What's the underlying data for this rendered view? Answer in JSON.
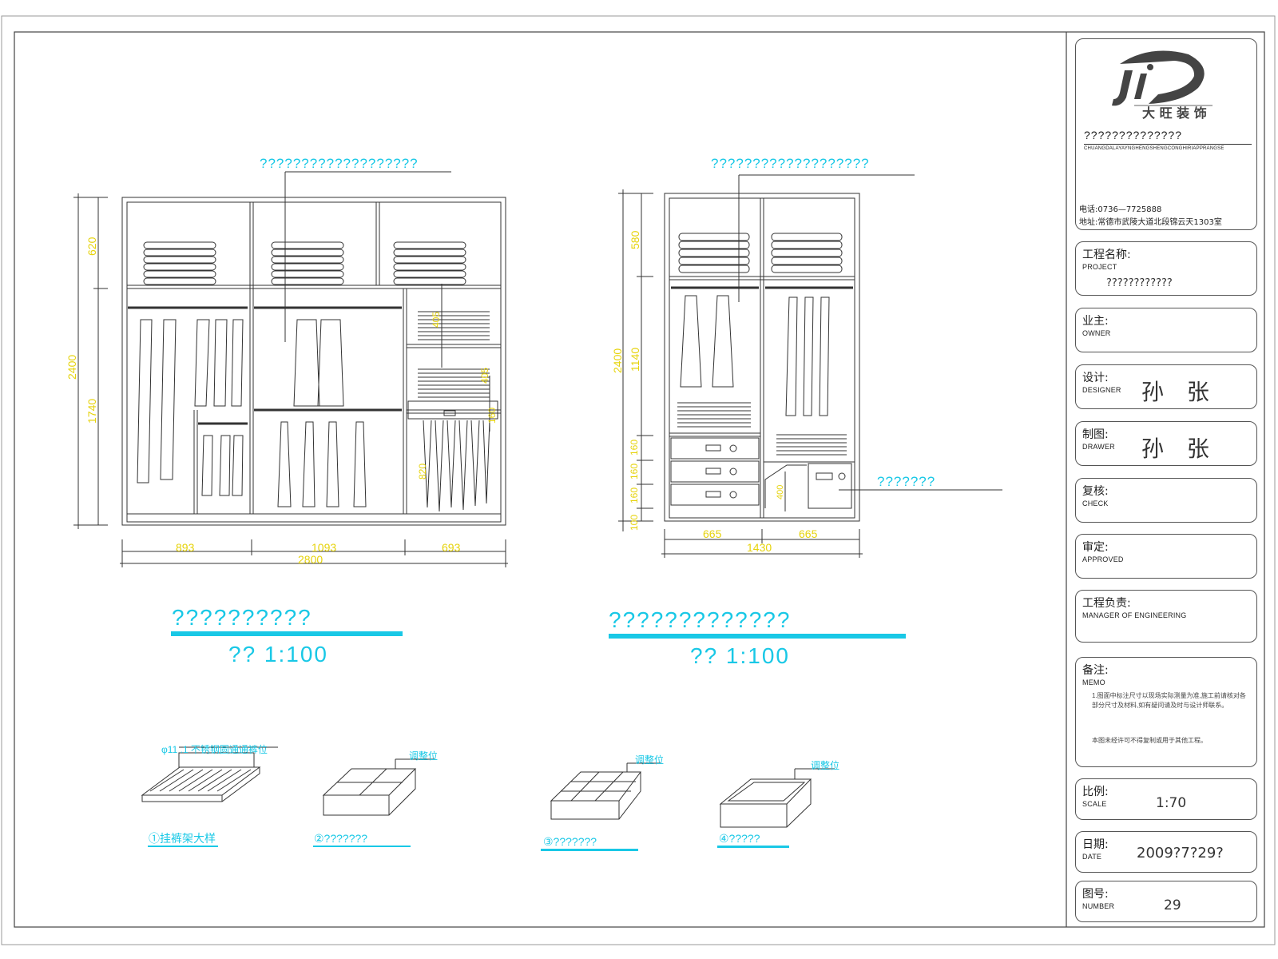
{
  "left_view": {
    "callout": "???????????????????",
    "title": "??????????",
    "scale": "?? 1:100",
    "dims_bottom": [
      "893",
      "1093",
      "693"
    ],
    "dim_total": "2800",
    "dims_left": [
      "620",
      "1740"
    ],
    "dim_height": "2400",
    "dims_inner": [
      "405",
      "405",
      "160",
      "820"
    ]
  },
  "right_view": {
    "callout": "???????????????????",
    "side_callout": "???????",
    "title": "?????????????",
    "scale": "?? 1:100",
    "dims_bottom": [
      "665",
      "665"
    ],
    "dim_total": "1430",
    "dims_left": [
      "580",
      "1140",
      "160",
      "160",
      "160",
      "100"
    ],
    "dim_height": "2400",
    "dims_inner": [
      "400"
    ]
  },
  "details": [
    {
      "callout": "φ11 .1 不锈钢圆通通裤位",
      "label": "①挂裤架大样"
    },
    {
      "callout": "调整位",
      "label": "②???????"
    },
    {
      "callout": "调整位",
      "label": "③???????"
    },
    {
      "callout": "调整位",
      "label": "④?????"
    }
  ],
  "title_block": {
    "company": "??????????????",
    "company_en": "CHUANGDALAYAYNGHENGSHENGCONGHIRIAPPRANGSE",
    "phone": "电话:0736—7725888",
    "address": "地址:常德市武陵大道北段锦云天1303室",
    "project": {
      "label": "工程名称:",
      "sub": "PROJECT",
      "value": "????????????"
    },
    "owner": {
      "label": "业主:",
      "sub": "OWNER",
      "value": ""
    },
    "designer": {
      "label": "设计:",
      "sub": "DESIGNER",
      "value": "孙 张"
    },
    "drawer": {
      "label": "制图:",
      "sub": "DRAWER",
      "value": "孙 张"
    },
    "check": {
      "label": "复核:",
      "sub": "CHECK",
      "value": ""
    },
    "approved": {
      "label": "审定:",
      "sub": "APPROVED",
      "value": ""
    },
    "manager": {
      "label": "工程负责:",
      "sub": "MANAGER OF ENGINEERING",
      "value": ""
    },
    "memo": {
      "label": "备注:",
      "sub": "MEMO",
      "text1": "1.图面中标注尺寸以现场实际测量为准,施工前请核对各部分尺寸及材料,如有疑问请及时与设计师联系。",
      "text2": "本图未经许可不得复制或用于其他工程。"
    },
    "scale": {
      "label": "比例:",
      "sub": "SCALE",
      "value": "1:70"
    },
    "date": {
      "label": "日期:",
      "sub": "DATE",
      "value": "2009?7?29?"
    },
    "number": {
      "label": "图号:",
      "sub": "NUMBER",
      "value": "29"
    }
  },
  "colors": {
    "line": "#222222",
    "annotation": "#19c8e6",
    "dimension": "#e6d30b"
  }
}
